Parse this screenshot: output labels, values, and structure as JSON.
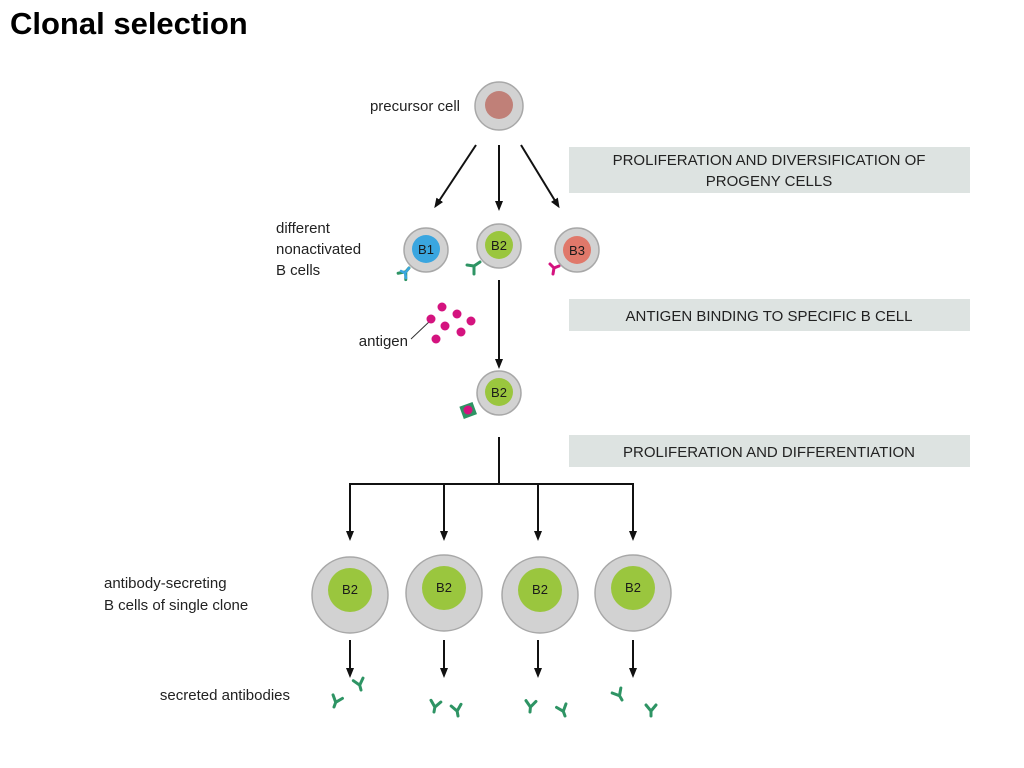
{
  "title": "Clonal selection",
  "labels": {
    "precursor": "precursor cell",
    "nonactivated": [
      "different",
      "nonactivated",
      "B cells"
    ],
    "antigen": "antigen",
    "secreting": [
      "antibody-secreting",
      "B cells of single clone"
    ],
    "secreted": "secreted antibodies"
  },
  "steps": [
    [
      "PROLIFERATION AND DIVERSIFICATION OF",
      "PROGENY CELLS"
    ],
    [
      "ANTIGEN BINDING TO SPECIFIC B CELL"
    ],
    [
      "PROLIFERATION AND DIFFERENTIATION"
    ]
  ],
  "cells": {
    "b1": "B1",
    "b2": "B2",
    "b3": "B3",
    "bound": "B2",
    "clones": [
      "B2",
      "B2",
      "B2",
      "B2"
    ]
  },
  "colors": {
    "outer": "#d2d2d2",
    "precursor": "#c08078",
    "b1": "#3aa6e0",
    "b2": "#9ac63e",
    "b3": "#e0786a",
    "antigen": "#d4137f",
    "antibody": "#2e9464",
    "step_box": "#dde3e1"
  }
}
